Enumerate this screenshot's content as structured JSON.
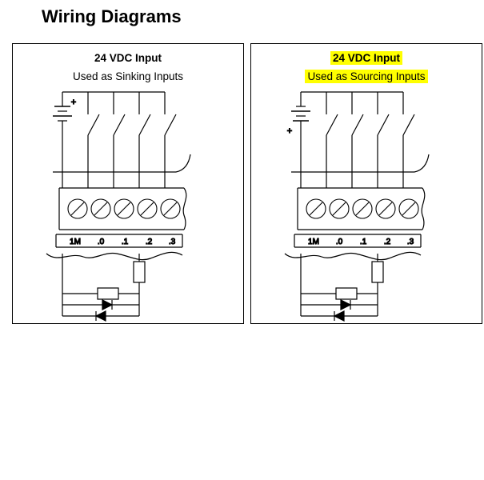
{
  "page": {
    "title": "Wiring Diagrams",
    "background_color": "#ffffff",
    "line_color": "#000000",
    "highlight_color": "#ffff00"
  },
  "panels": [
    {
      "id": "sinking",
      "heading": "24 VDC Input",
      "subheading": "Used as Sinking Inputs",
      "highlighted": false,
      "battery_polarity_label": "+",
      "battery_polarity_position": "top",
      "terminal_labels": [
        "1M",
        ".0",
        ".1",
        ".2",
        ".3"
      ],
      "switch_count": 4,
      "components": [
        "dc-power-source",
        "switch-contacts",
        "terminal-block",
        "terminal-label-strip",
        "break-line",
        "series-resistor",
        "shunt-resistor",
        "protection-diode",
        "led-emitter",
        "phototransistor"
      ]
    },
    {
      "id": "sourcing",
      "heading": "24 VDC Input",
      "subheading": "Used as Sourcing Inputs",
      "highlighted": true,
      "battery_polarity_label": "+",
      "battery_polarity_position": "bottom",
      "terminal_labels": [
        "1M",
        ".0",
        ".1",
        ".2",
        ".3"
      ],
      "switch_count": 4,
      "components": [
        "dc-power-source",
        "switch-contacts",
        "terminal-block",
        "terminal-label-strip",
        "break-line",
        "series-resistor",
        "shunt-resistor",
        "protection-diode",
        "led-emitter",
        "phototransistor"
      ]
    }
  ]
}
